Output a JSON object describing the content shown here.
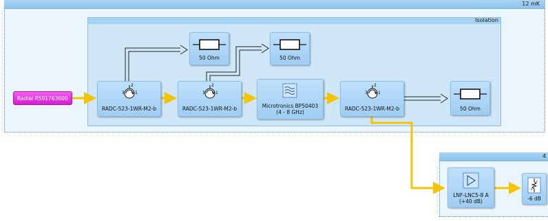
{
  "stages": [
    {
      "label": "12 mK"
    },
    {
      "label": "4"
    }
  ],
  "groups": [
    {
      "label": "Isolation"
    }
  ],
  "source": {
    "label": "Radial R591763600"
  },
  "circulators": [
    {
      "label": "RADC-523-1WR-M2-b",
      "port_top": "2",
      "port_left": "3",
      "port_right": "1"
    },
    {
      "label": "RADC-523-1WR-M2-b",
      "port_top": "2",
      "port_left": "3",
      "port_right": "1"
    },
    {
      "label": "RADC-523-1WR-M2-b",
      "port_top": "2",
      "port_left": "3",
      "port_right": "1"
    }
  ],
  "filter": {
    "line1": "Microtronics BP50403",
    "line2": "(4 - 8 GHz)"
  },
  "terminations": [
    {
      "label": "50 Ohm"
    },
    {
      "label": "50 Ohm"
    },
    {
      "label": "50 Ohm"
    }
  ],
  "amplifier": {
    "line1": "LNF-LNC5-8 A",
    "line2": "(+40 dB)"
  },
  "attenuator": {
    "label": "-6 dB"
  },
  "colors": {
    "signal_wire": "#f5c400",
    "isolation_wire": "#222222",
    "source_fill": "#e22ee0",
    "component_fill": "#a9d4f5",
    "stage_header": "#9ccbef",
    "group_fill": "#cfe6f6"
  }
}
